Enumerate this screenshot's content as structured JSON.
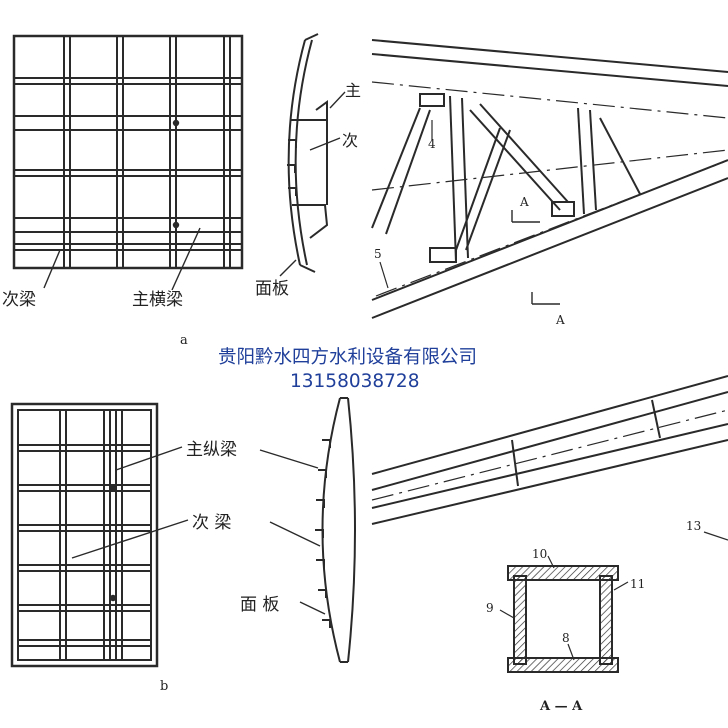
{
  "colors": {
    "ink": "#2a2a2a",
    "watermark": "#1f3f9a",
    "background": "#ffffff"
  },
  "watermark": {
    "company": "贵阳黔水四方水利设备有限公司",
    "phone": "13158038728"
  },
  "panel_a": {
    "label_secondary_beam": "次梁",
    "label_main_cross_beam": "主横梁",
    "label_face_plate": "面板",
    "label_main": "主",
    "label_secondary": "次",
    "caption": "a"
  },
  "panel_b": {
    "label_main_long_beam": "主纵梁",
    "label_secondary_beam": "次 梁",
    "label_face_plate": "面 板",
    "caption": "b"
  },
  "truss": {
    "num_4": "4",
    "num_5": "5",
    "section_mark": "A",
    "section_mark_2": "A"
  },
  "section": {
    "num_10": "10",
    "num_11": "11",
    "num_9": "9",
    "num_8": "8",
    "num_13": "13",
    "caption": "A — A"
  }
}
